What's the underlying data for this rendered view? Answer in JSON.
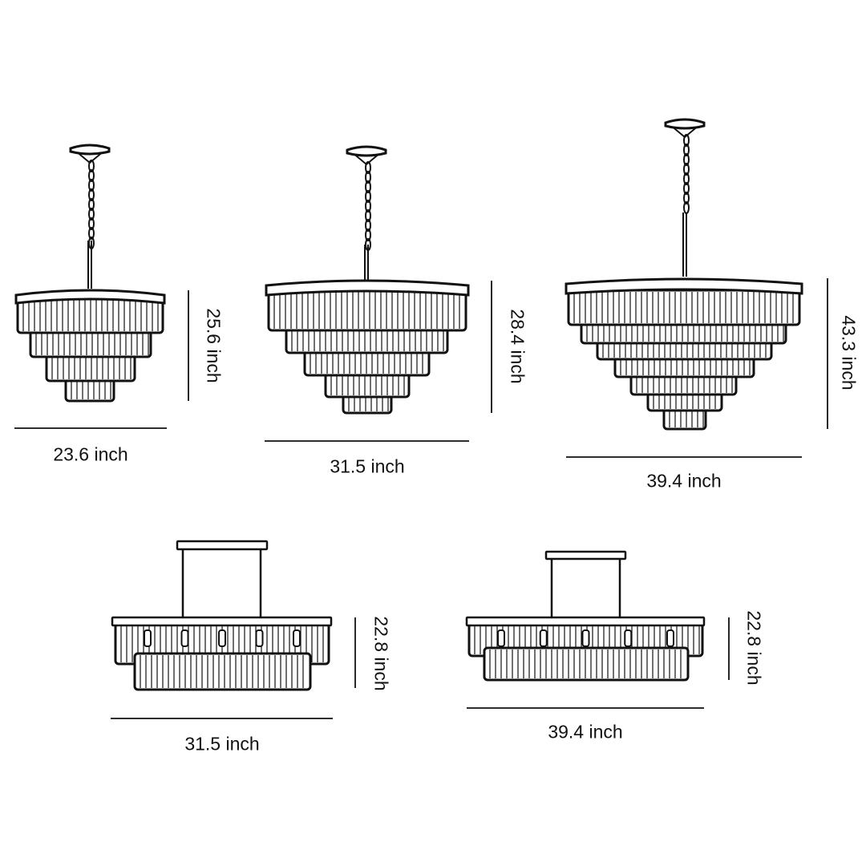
{
  "line_color": "#111111",
  "products": [
    {
      "type": "round-tiered-chandelier",
      "tiers": 4,
      "width_label": "23.6 inch",
      "height_label": "25.6 inch"
    },
    {
      "type": "round-tiered-chandelier",
      "tiers": 5,
      "width_label": "31.5 inch",
      "height_label": "28.4 inch"
    },
    {
      "type": "round-tiered-chandelier",
      "tiers": 7,
      "width_label": "39.4 inch",
      "height_label": "43.3 inch"
    },
    {
      "type": "linear-two-tier-chandelier",
      "width_label": "31.5 inch",
      "height_label": "22.8 inch"
    },
    {
      "type": "linear-two-tier-chandelier",
      "width_label": "39.4 inch",
      "height_label": "22.8 inch"
    }
  ]
}
